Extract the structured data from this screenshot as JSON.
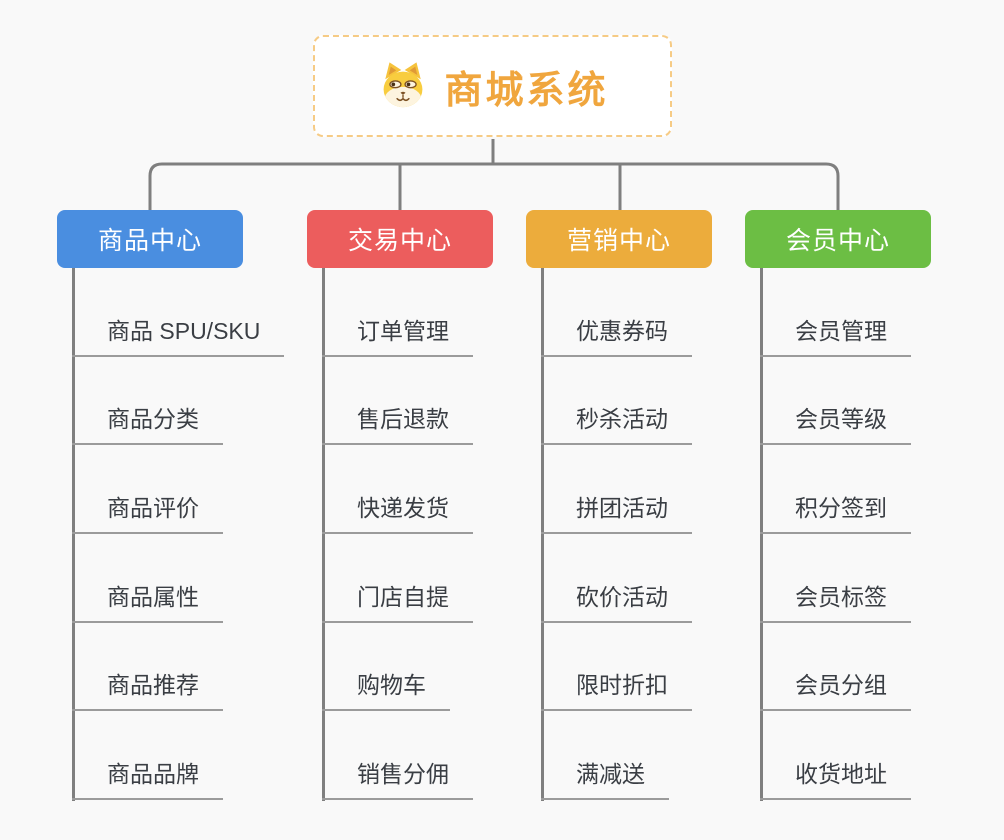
{
  "root": {
    "title": "商城系统",
    "icon": "dog-face-icon"
  },
  "branches": [
    {
      "label": "商品中心",
      "color": "#4a8ee0",
      "children": [
        "商品 SPU/SKU",
        "商品分类",
        "商品评价",
        "商品属性",
        "商品推荐",
        "商品品牌"
      ]
    },
    {
      "label": "交易中心",
      "color": "#ec5d5d",
      "children": [
        "订单管理",
        "售后退款",
        "快递发货",
        "门店自提",
        "购物车",
        "销售分佣"
      ]
    },
    {
      "label": "营销中心",
      "color": "#ecac3c",
      "children": [
        "优惠券码",
        "秒杀活动",
        "拼团活动",
        "砍价活动",
        "限时折扣",
        "满减送"
      ]
    },
    {
      "label": "会员中心",
      "color": "#6cbe44",
      "children": [
        "会员管理",
        "会员等级",
        "积分签到",
        "会员标签",
        "会员分组",
        "收货地址"
      ]
    }
  ],
  "colors": {
    "background": "#f9f9f9",
    "connector": "#7f7f7f",
    "underline": "#9b9b9b",
    "item_text": "#3a3e44",
    "root_text": "#f0a63e",
    "root_border": "#f6cb85"
  }
}
